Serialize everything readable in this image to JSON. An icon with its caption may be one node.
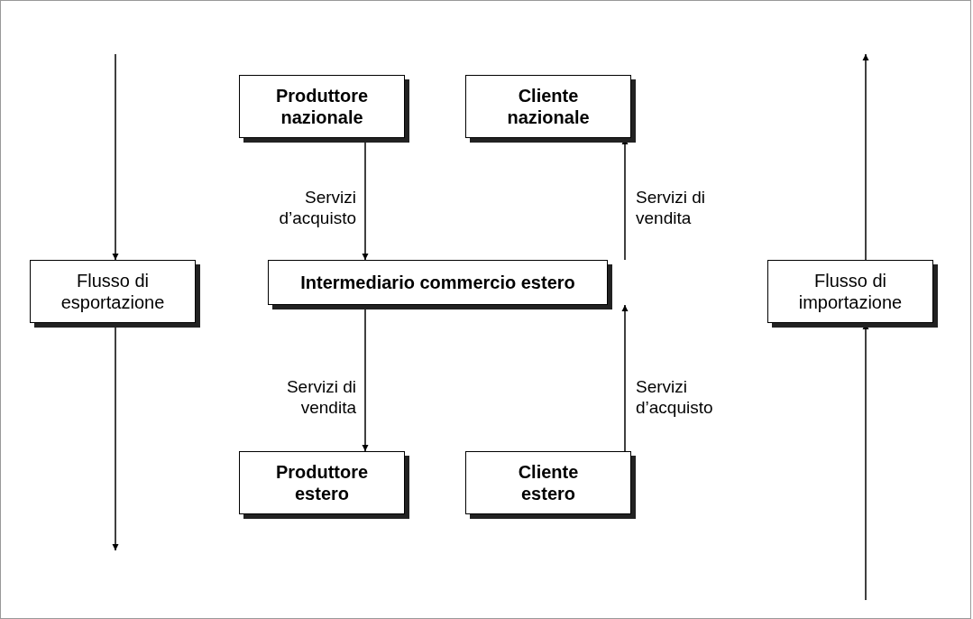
{
  "diagram": {
    "nodes": [
      {
        "text": [
          "Produttore nazionale"
        ]
      },
      {
        "text": [
          "Cliente nazionale"
        ]
      },
      {
        "text": [
          "Flusso di esportazione"
        ]
      },
      {
        "text": [
          "Intermediario commercio estero"
        ]
      },
      {
        "text": [
          "Flusso di importazione"
        ]
      },
      {
        "text": [
          "Produttore estero"
        ]
      },
      {
        "text": [
          "Cliente estero"
        ]
      }
    ],
    "edges": [
      {
        "from": 0,
        "to": 3,
        "arrow": "to",
        "label": "Servizi d’acquisto"
      },
      {
        "from": 3,
        "to": 1,
        "arrow": "to",
        "label": "Servizi di vendita"
      },
      {
        "from": 3,
        "to": 5,
        "arrow": "to",
        "label": "Servizi di vendita"
      },
      {
        "from": 6,
        "to": 3,
        "arrow": "to",
        "label": "Servizi d’acquisto"
      },
      {
        "from": null,
        "to": 2,
        "arrow": "to"
      },
      {
        "from": 2,
        "to": null,
        "arrow": "to"
      },
      {
        "from": null,
        "to": 4,
        "arrow": "to"
      },
      {
        "from": 4,
        "to": null,
        "arrow": "to"
      }
    ]
  }
}
